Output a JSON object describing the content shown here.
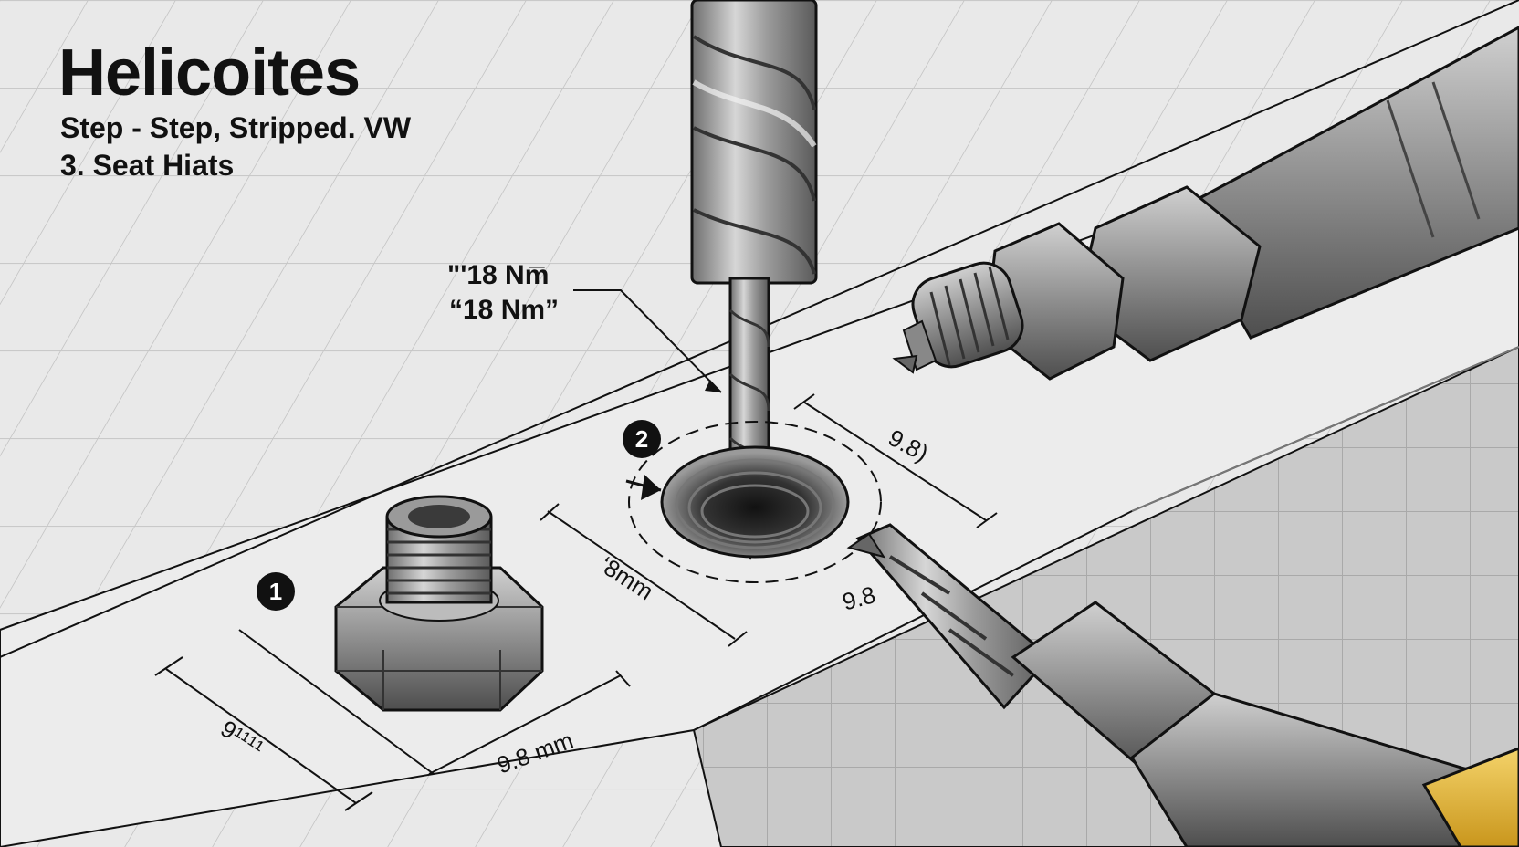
{
  "header": {
    "title": "Helicoites",
    "subtitle_line1": "Step - Step, Stripped. VW",
    "subtitle_line2": "3. Seat Hiats"
  },
  "callouts": {
    "torque_line1": "\"'18 Nm̅",
    "torque_line2": "“18 Nm”"
  },
  "steps": {
    "step1": "1",
    "step2": "2"
  },
  "dimensions": {
    "insert_left": "9¹¹¹¹",
    "insert_bottom": "9.8 mm",
    "hole_front": "‘8mm",
    "hole_back": "9.8)",
    "hole_right": "9.8"
  },
  "colors": {
    "ink": "#111111",
    "surface": "#ededed",
    "metal": "#9a9a9a",
    "handle": "#e8b830"
  }
}
